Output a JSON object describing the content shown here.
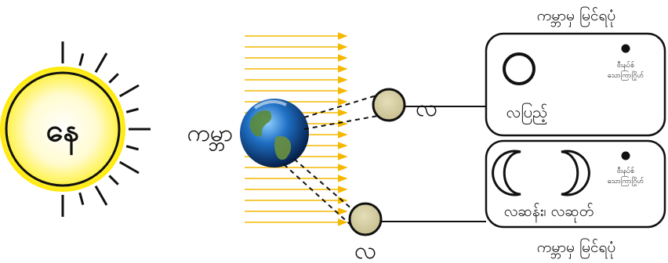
{
  "labels": {
    "sun": "နေ",
    "earth": "ကမ္ဘာ",
    "moon": "လ"
  },
  "top_panel": {
    "heading": "ကမ္ဘာမှ မြင်ရပုံ",
    "phase": "လပြည့်",
    "dot_caption_line1": "ဗီးနပ်စ်",
    "dot_caption_line2": "သောကြာဂြိုဟ်"
  },
  "bottom_panel": {
    "heading": "ကမ္ဘာမှ မြင်ရပုံ",
    "phase": "လဆန်း၊ လဆုတ်",
    "dot_caption_line1": "ဗီးနပ်စ်",
    "dot_caption_line2": "သောကြာဂြိုဟ်"
  },
  "colors": {
    "sun_glow": "#fff200",
    "sun_core": "#fffde6",
    "sun_outline": "#111111",
    "sunlight": "#f5b800",
    "moon_fill": "#d4cca2",
    "line": "#111111"
  },
  "icons": {
    "sun": "sun-icon",
    "earth": "earth-globe-icon",
    "moon": "moon-icon",
    "full_moon": "full-moon-outline-icon",
    "crescent_left": "crescent-moon-left-icon",
    "crescent_right": "crescent-moon-right-icon",
    "venus_dot": "dot-icon"
  }
}
